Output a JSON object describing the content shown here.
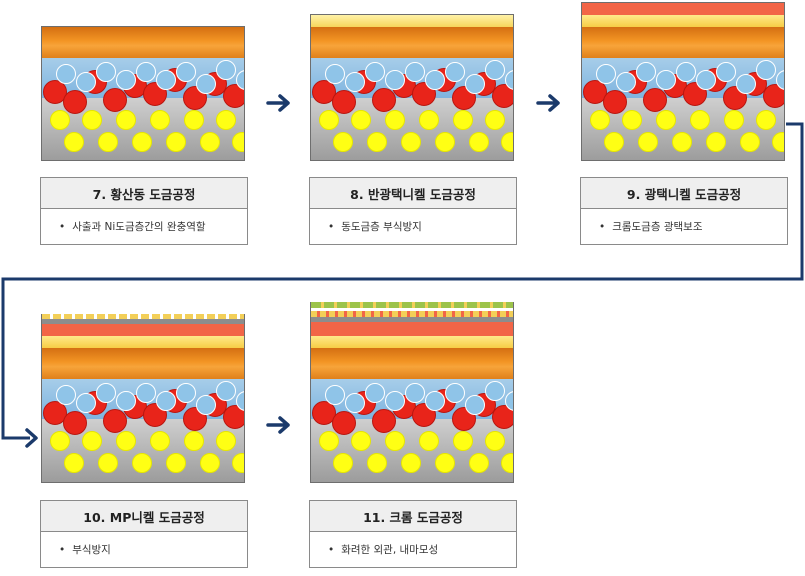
{
  "steps": [
    {
      "id": "step7",
      "title": "7. 황산동 도금공정",
      "desc": "사출과 Ni도금층간의 완충역할"
    },
    {
      "id": "step8",
      "title": "8. 반광택니켈 도금공정",
      "desc": "동도금층 부식방지"
    },
    {
      "id": "step9",
      "title": "9.  광택니켈 도금공정",
      "desc": "크롬도금층 광택보조"
    },
    {
      "id": "step10",
      "title": "10.  MP니켈 도금공정",
      "desc": "부식방지"
    },
    {
      "id": "step11",
      "title": "11. 크롬 도금공정",
      "desc": "화려한 외관, 내마모성"
    }
  ],
  "bullet": "•",
  "colors": {
    "arrow": "#1b3a6b",
    "copper": "#f39524",
    "substrate_red": "#e8241a",
    "substrate_blue": "#8fc4e8",
    "particle_yellow": "#ffff14"
  }
}
